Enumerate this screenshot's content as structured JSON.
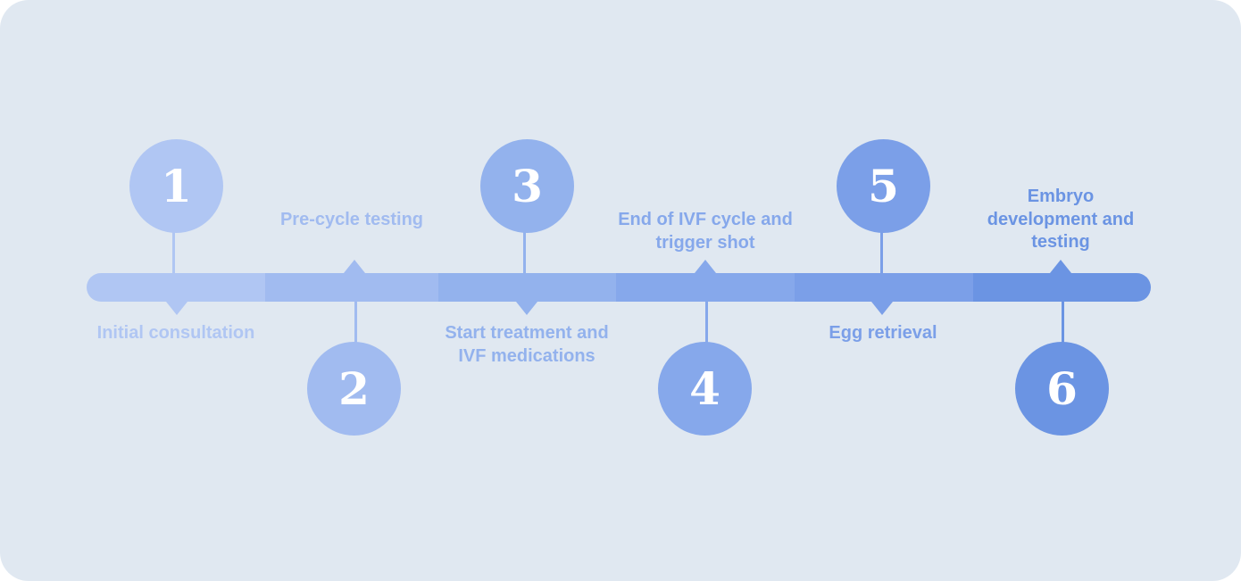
{
  "steps": [
    {
      "number": "1",
      "label": "Initial consultation",
      "color": "#b0c6f3"
    },
    {
      "number": "2",
      "label": "Pre-cycle testing",
      "color": "#a1bbf0"
    },
    {
      "number": "3",
      "label": "Start treatment and IVF medications",
      "color": "#93b2ed"
    },
    {
      "number": "4",
      "label": "End of IVF cycle and trigger shot",
      "color": "#86a8eb"
    },
    {
      "number": "5",
      "label": "Egg retrieval",
      "color": "#7b9fe8"
    },
    {
      "number": "6",
      "label": "Embryo development and testing",
      "color": "#6b94e3"
    }
  ]
}
